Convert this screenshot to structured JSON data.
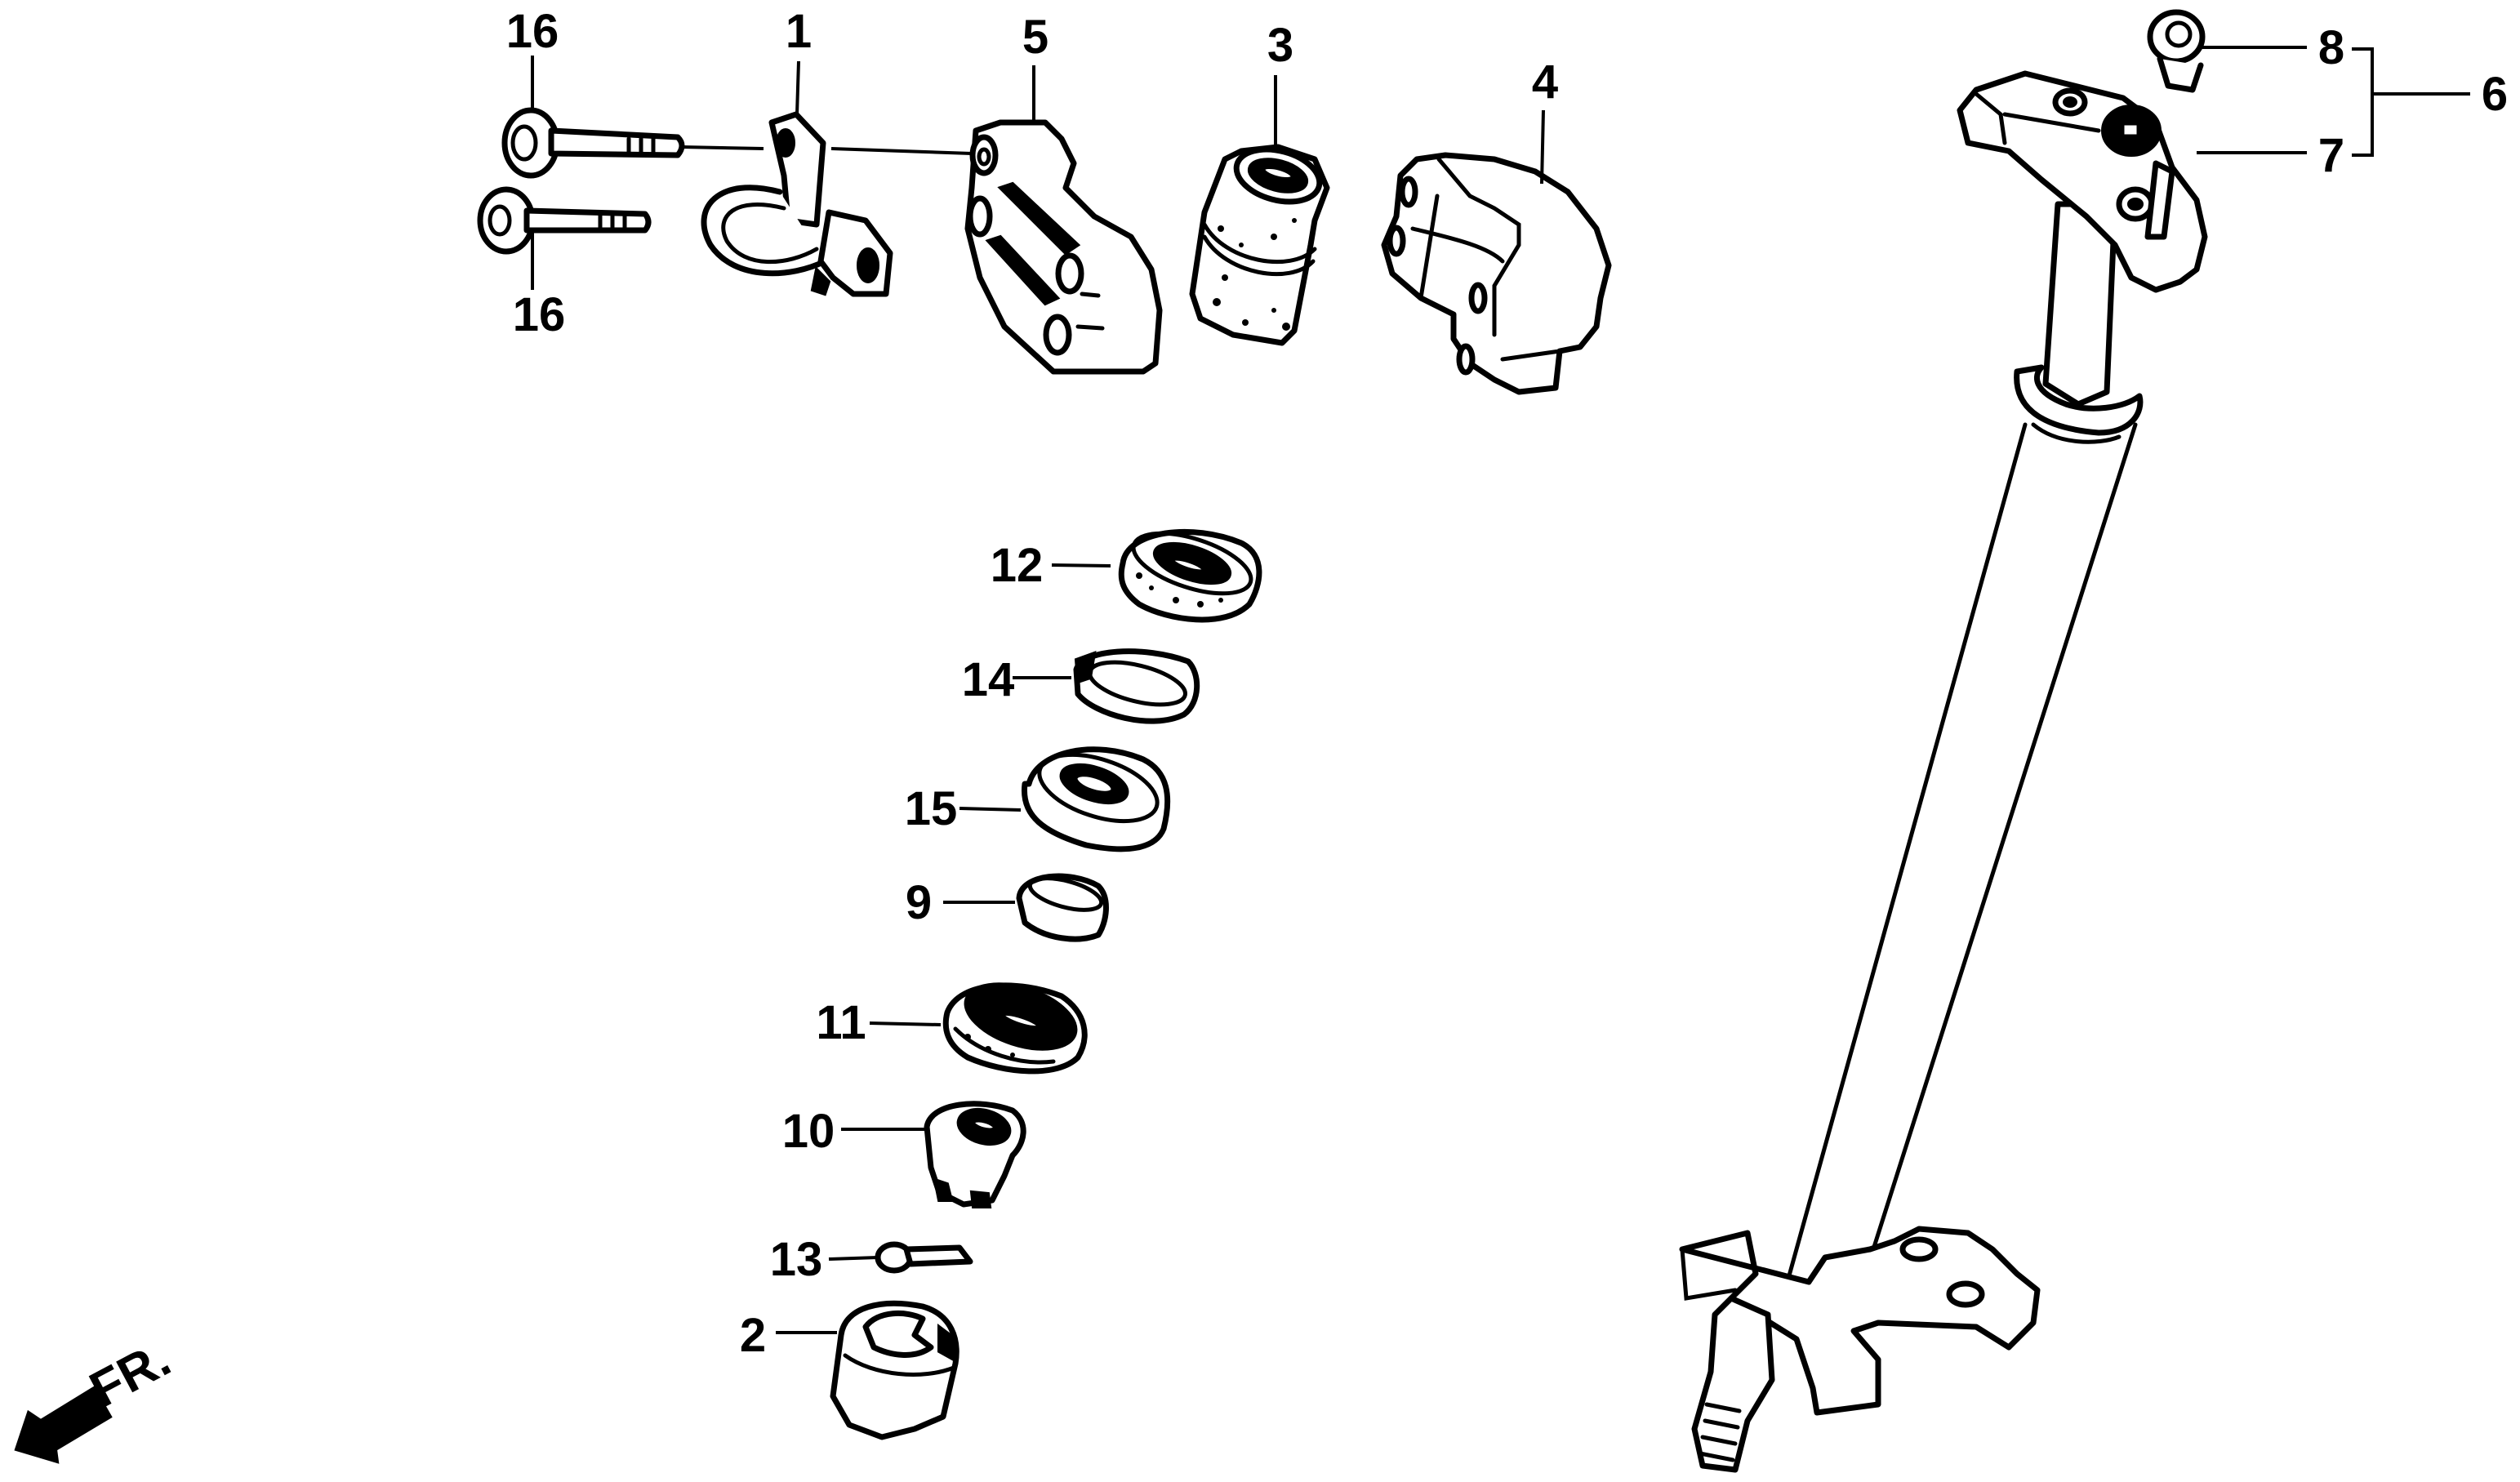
{
  "diagram": {
    "ink_color": "#000000",
    "paper_color": "#ffffff",
    "direction_indicator": {
      "icon": "front-arrow-icon",
      "text": "FR."
    },
    "callouts": [
      {
        "part": "bolt-upper",
        "label": "16"
      },
      {
        "part": "bolt-lower",
        "label": "16"
      },
      {
        "part": "clamp",
        "label": "1"
      },
      {
        "part": "holder-cap",
        "label": "5"
      },
      {
        "part": "bushing",
        "label": "3"
      },
      {
        "part": "holder",
        "label": "4"
      },
      {
        "part": "nut-top",
        "label": "8"
      },
      {
        "part": "washer-bracket",
        "label": "7"
      },
      {
        "part": "shaft-assembly",
        "label": "6"
      },
      {
        "part": "bearing-upper",
        "label": "12"
      },
      {
        "part": "seal-ring",
        "label": "14"
      },
      {
        "part": "bearing-mid",
        "label": "15"
      },
      {
        "part": "collar",
        "label": "9"
      },
      {
        "part": "bearing-lower",
        "label": "11"
      },
      {
        "part": "nut-castle",
        "label": "10"
      },
      {
        "part": "cotter-pin",
        "label": "13"
      },
      {
        "part": "cap",
        "label": "2"
      }
    ]
  }
}
